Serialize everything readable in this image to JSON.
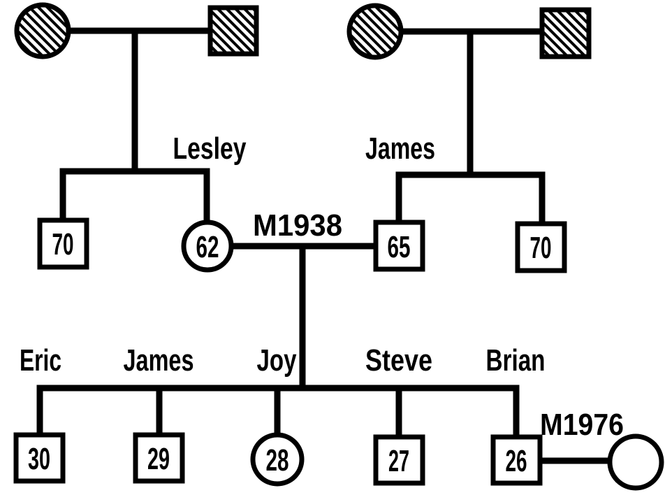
{
  "pedigree": {
    "colors": {
      "ink": "#000000",
      "background": "#ffffff"
    },
    "generation1": {
      "maternal_grandmother": {
        "symbol": "circle",
        "fill": "hatched"
      },
      "maternal_grandfather": {
        "symbol": "square",
        "fill": "hatched"
      },
      "paternal_grandmother": {
        "symbol": "circle",
        "fill": "hatched"
      },
      "paternal_grandfather": {
        "symbol": "square",
        "fill": "hatched"
      }
    },
    "generation2": {
      "maternal_uncle": {
        "age": "70",
        "symbol": "square"
      },
      "mother": {
        "name": "Lesley",
        "age": "62",
        "symbol": "circle"
      },
      "father": {
        "name": "James",
        "age": "65",
        "symbol": "square"
      },
      "paternal_uncle": {
        "age": "70",
        "symbol": "square"
      },
      "marriage_label": "M1938"
    },
    "generation3": {
      "children": [
        {
          "name": "Eric",
          "age": "30",
          "symbol": "square"
        },
        {
          "name": "James",
          "age": "29",
          "symbol": "square"
        },
        {
          "name": "Joy",
          "age": "28",
          "symbol": "circle"
        },
        {
          "name": "Steve",
          "age": "27",
          "symbol": "square"
        },
        {
          "name": "Brian",
          "age": "26",
          "symbol": "square"
        }
      ],
      "marriage_label": "M1976",
      "brians_wife": {
        "symbol": "circle",
        "fill": "empty"
      }
    }
  }
}
